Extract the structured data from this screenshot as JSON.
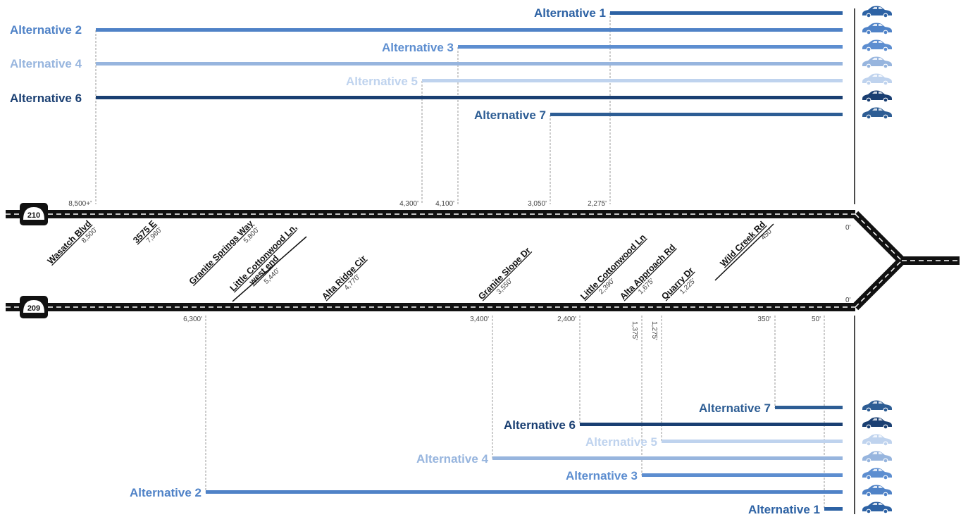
{
  "colors": {
    "1": "#2d62a4",
    "2": "#4f82c7",
    "3": "#5d8ed0",
    "4": "#97b5de",
    "5": "#bfd3ee",
    "6": "#1a3f72",
    "7": "#2d5d94",
    "road": "#111111",
    "leader": "#9a9a9a"
  },
  "routes": {
    "north": "210",
    "south": "209"
  },
  "icons": {
    "car": "car-icon",
    "shield": "highway-shield-icon"
  },
  "north_alternatives": [
    {
      "id": "1",
      "label": "Alternative 1"
    },
    {
      "id": "2",
      "label": "Alternative 2"
    },
    {
      "id": "3",
      "label": "Alternative 3"
    },
    {
      "id": "4",
      "label": "Alternative 4"
    },
    {
      "id": "5",
      "label": "Alternative 5"
    },
    {
      "id": "6",
      "label": "Alternative 6"
    },
    {
      "id": "7",
      "label": "Alternative 7"
    }
  ],
  "south_alternatives": [
    {
      "id": "7",
      "label": "Alternative 7"
    },
    {
      "id": "6",
      "label": "Alternative 6"
    },
    {
      "id": "5",
      "label": "Alternative 5"
    },
    {
      "id": "4",
      "label": "Alternative 4"
    },
    {
      "id": "3",
      "label": "Alternative 3"
    },
    {
      "id": "2",
      "label": "Alternative 2"
    },
    {
      "id": "1",
      "label": "Alternative 1"
    }
  ],
  "north_distances": [
    "8,500+'",
    "4,300'",
    "4,100'",
    "3,050'",
    "2,275'"
  ],
  "south_distances": [
    "6,300'",
    "3,400'",
    "2,400'",
    "1,375'",
    "1,275'",
    "350'",
    "50'"
  ],
  "north_streets": [
    {
      "name": "Wasatch Blvd",
      "dist": "8,500'"
    },
    {
      "name": "3575 E",
      "dist": "7,960'"
    },
    {
      "name": "Granite Springs Way",
      "dist": "5,800'"
    }
  ],
  "cross_streets": [
    {
      "name": "Little Cottonwood Ln,",
      "name2": "west end",
      "dist": "5,440'"
    },
    {
      "name": "Wild Creek Rd",
      "dist": "450'"
    }
  ],
  "south_streets": [
    {
      "name": "Alta Ridge Cir",
      "dist": "4,770'"
    },
    {
      "name": "Granite Slope Dr",
      "dist": "3,550'"
    },
    {
      "name": "Little Cottonwood Ln",
      "dist": "2,390'"
    },
    {
      "name": "Alta Approach Rd",
      "dist": "1,675'"
    },
    {
      "name": "Quarry Dr",
      "dist": "1,225'"
    }
  ],
  "end_labels": {
    "north": "0'",
    "south": "0'"
  }
}
